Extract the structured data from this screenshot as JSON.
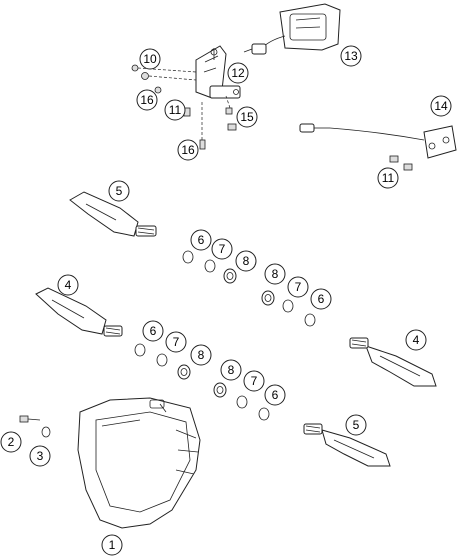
{
  "callouts": [
    {
      "id": "c1",
      "label": "1"
    },
    {
      "id": "c2",
      "label": "2"
    },
    {
      "id": "c3",
      "label": "3"
    },
    {
      "id": "c4a",
      "label": "4"
    },
    {
      "id": "c4b",
      "label": "4"
    },
    {
      "id": "c5a",
      "label": "5"
    },
    {
      "id": "c5b",
      "label": "5"
    },
    {
      "id": "c6a",
      "label": "6"
    },
    {
      "id": "c6b",
      "label": "6"
    },
    {
      "id": "c6c",
      "label": "6"
    },
    {
      "id": "c6d",
      "label": "6"
    },
    {
      "id": "c7a",
      "label": "7"
    },
    {
      "id": "c7b",
      "label": "7"
    },
    {
      "id": "c7c",
      "label": "7"
    },
    {
      "id": "c7d",
      "label": "7"
    },
    {
      "id": "c8a",
      "label": "8"
    },
    {
      "id": "c8b",
      "label": "8"
    },
    {
      "id": "c8c",
      "label": "8"
    },
    {
      "id": "c8d",
      "label": "8"
    },
    {
      "id": "c10",
      "label": "10"
    },
    {
      "id": "c11a",
      "label": "11"
    },
    {
      "id": "c11b",
      "label": "11"
    },
    {
      "id": "c12",
      "label": "12"
    },
    {
      "id": "c13",
      "label": "13"
    },
    {
      "id": "c14",
      "label": "14"
    },
    {
      "id": "c15",
      "label": "15"
    },
    {
      "id": "c16a",
      "label": "16"
    },
    {
      "id": "c16b",
      "label": "16"
    }
  ]
}
